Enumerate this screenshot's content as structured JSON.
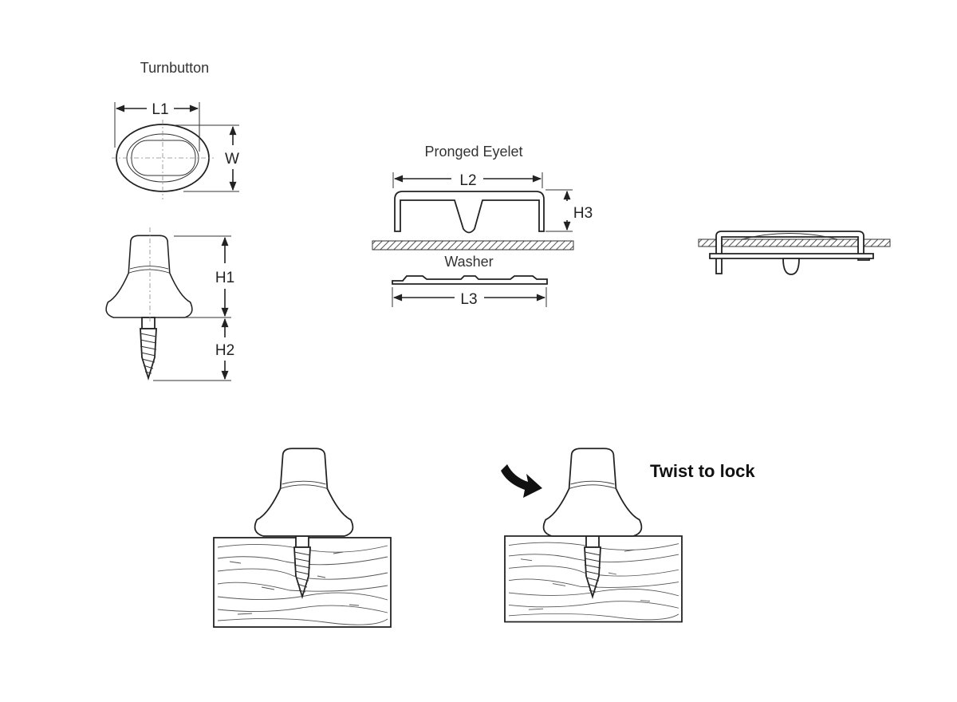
{
  "turnbutton": {
    "title": "Turnbutton",
    "l1": "L1",
    "w": "W",
    "h1": "H1",
    "h2": "H2"
  },
  "eyelet": {
    "title": "Pronged Eyelet",
    "l2": "L2",
    "h3": "H3"
  },
  "washer": {
    "title": "Washer",
    "l3": "L3"
  },
  "install": {
    "instruction": "Twist to lock",
    "icon": "curved-arrow-icon"
  }
}
